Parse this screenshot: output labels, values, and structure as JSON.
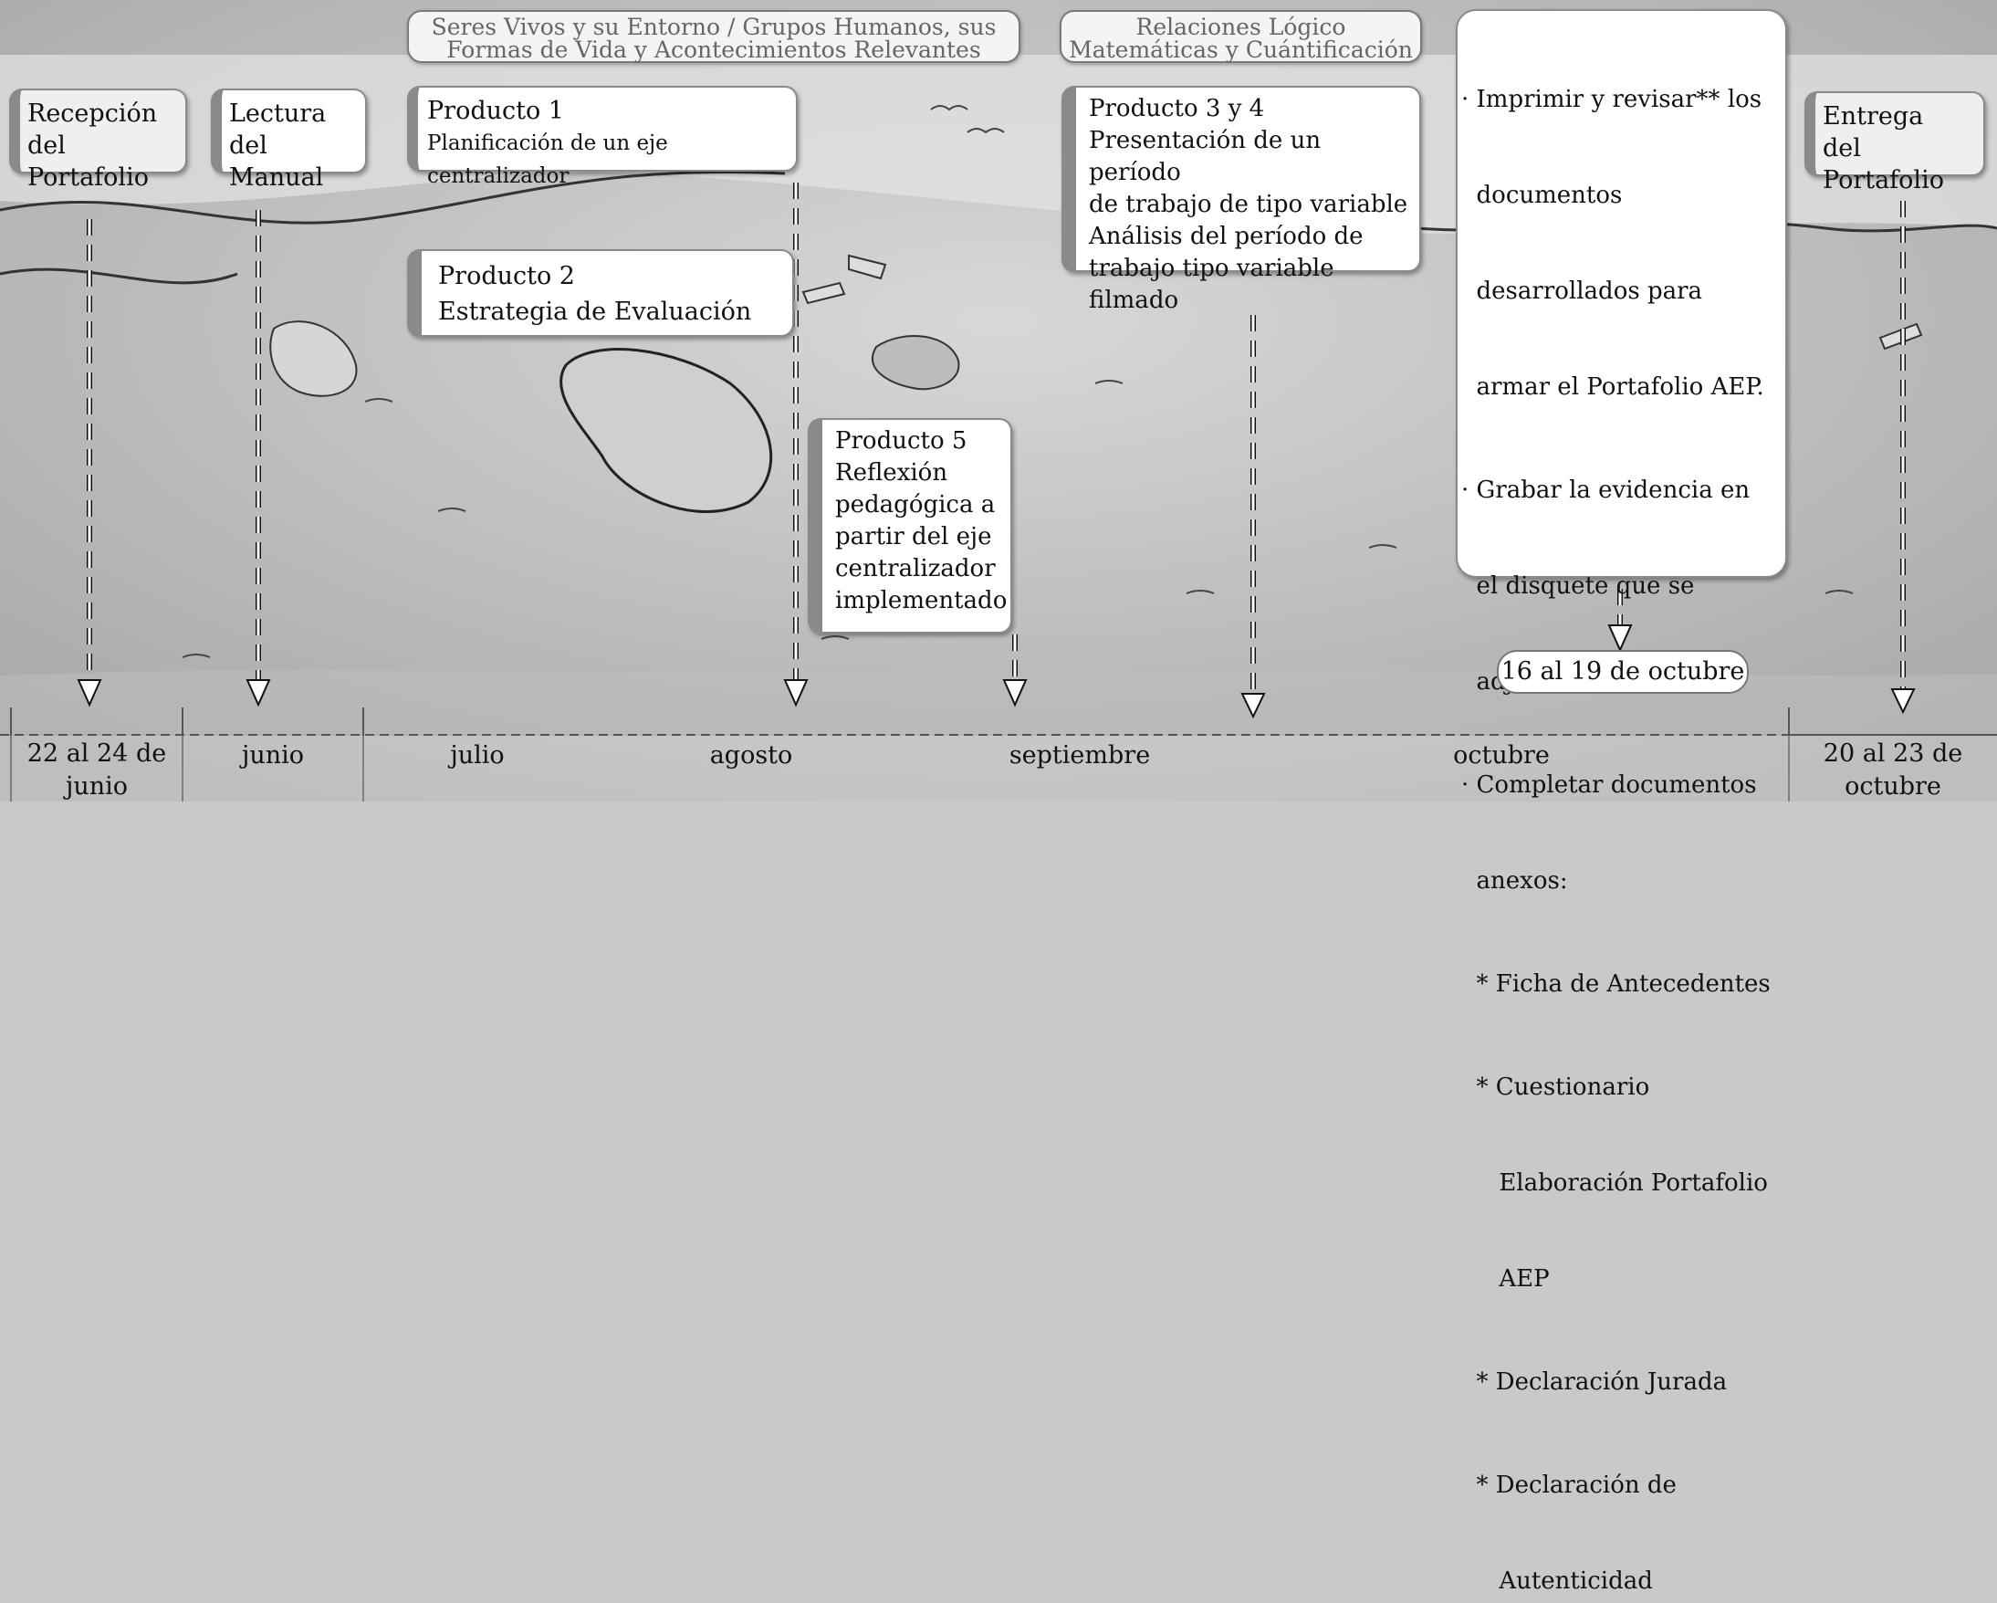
{
  "headers": {
    "left": [
      "Seres Vivos y su Entorno / Grupos Humanos, sus",
      "Formas de Vida y Acontecimientos Relevantes"
    ],
    "right": [
      "Relaciones Lógico",
      "Matemáticas y Cuántificación"
    ]
  },
  "milestones": {
    "recepcion": [
      "Recepción",
      "del Portafolio"
    ],
    "lectura": [
      "Lectura",
      "del Manual"
    ],
    "entrega": [
      "Entrega",
      "del Portafolio"
    ]
  },
  "products": {
    "p1": {
      "title": "Producto 1",
      "desc": "Planificación de un eje centralizador"
    },
    "p2": {
      "title": "Producto 2",
      "desc": "Estrategia de Evaluación"
    },
    "p34": {
      "title": "Producto 3 y 4",
      "lines": [
        "Presentación de un período",
        "de trabajo de tipo variable",
        "Análisis del período de",
        "trabajo tipo variable filmado"
      ]
    },
    "p5": {
      "title": "Producto 5",
      "lines": [
        "Reflexión",
        "pedagógica a",
        "partir del eje",
        "centralizador",
        "implementado"
      ]
    }
  },
  "tasks": {
    "lines": [
      "· Imprimir y revisar** los",
      "  documentos",
      "  desarrollados para",
      "  armar el Portafolio AEP.",
      "· Grabar la evidencia en",
      "  el disquete que se",
      "  adjunta.",
      "· Completar documentos",
      "  anexos:",
      "  * Ficha de Antecedentes",
      "  * Cuestionario",
      "     Elaboración Portafolio",
      "     AEP",
      "  * Declaración Jurada",
      "  * Declaración de",
      "     Autenticidad"
    ],
    "date": "16 al 19 de octubre"
  },
  "timeline": {
    "c1": [
      "22 al 24",
      "de junio"
    ],
    "junio": "junio",
    "julio": "julio",
    "agosto": "agosto",
    "septiembre": "septiembre",
    "octubre": "octubre",
    "c_last": [
      "20 al 23 de",
      "octubre"
    ]
  },
  "colors": {
    "box_bar": "#8a8a8a",
    "background": "#c9c9c9",
    "arrow": "#ffffff"
  }
}
